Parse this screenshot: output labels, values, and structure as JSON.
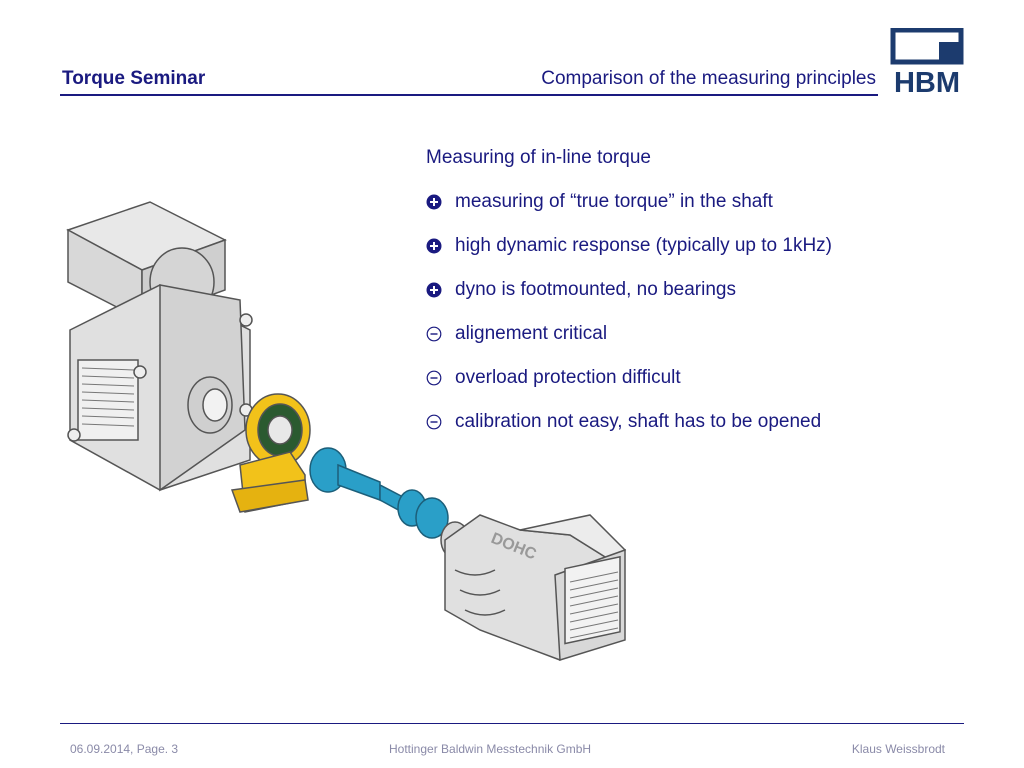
{
  "header": {
    "title": "Torque Seminar",
    "subtitle": "Comparison of the measuring principles",
    "logo_text": "HBM"
  },
  "content": {
    "heading": "Measuring of in-line torque",
    "items": [
      {
        "type": "plus",
        "text": "measuring of “true torque” in the shaft"
      },
      {
        "type": "plus",
        "text": "high dynamic response (typically up to 1kHz)"
      },
      {
        "type": "plus",
        "text": "dyno is footmounted, no bearings"
      },
      {
        "type": "minus",
        "text": "alignement critical"
      },
      {
        "type": "minus",
        "text": "overload protection difficult"
      },
      {
        "type": "minus",
        "text": "calibration not easy, shaft has to be opened"
      }
    ]
  },
  "illustration": {
    "engine_label": "DOHC",
    "icons": [
      "electric-motor-dyno-icon",
      "torque-flange-icon",
      "drive-shaft-icon",
      "engine-icon"
    ]
  },
  "footer": {
    "date_page": "06.09.2014, Page. 3",
    "company": "Hottinger Baldwin Messtechnik GmbH",
    "author": "Klaus Weissbrodt"
  },
  "colors": {
    "text": "#1a1a80",
    "logo": "#1c3b6e",
    "flange": "#f2c21a",
    "shaft": "#2a9fc8",
    "machine_gray": "#e2e2e2",
    "footer_text": "#8a8aa8"
  }
}
